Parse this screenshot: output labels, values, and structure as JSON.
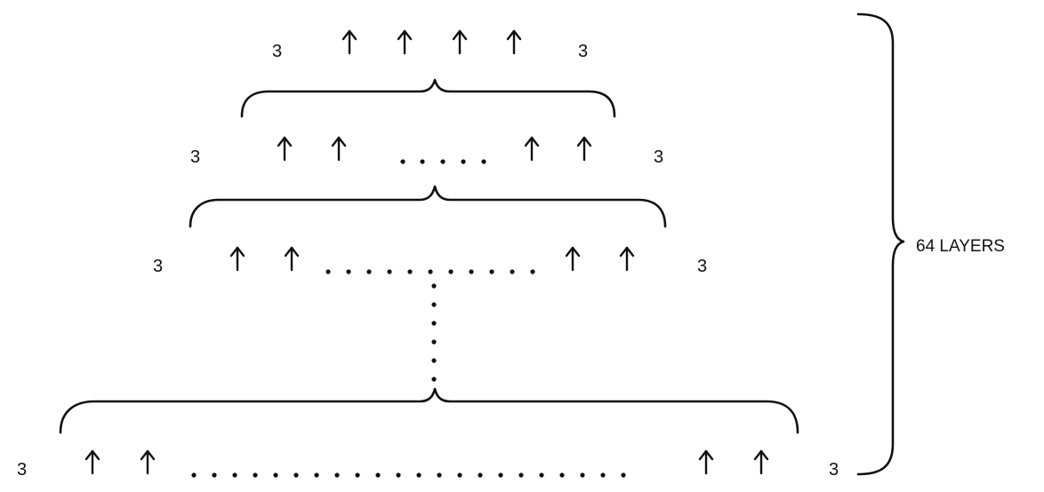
{
  "diagram": {
    "side_label": "64 LAYERS",
    "rows": [
      {
        "left_number": "3",
        "right_number": "3",
        "arrows": 4
      },
      {
        "left_number": "3",
        "right_number": "3",
        "arrows": 4
      },
      {
        "left_number": "3",
        "right_number": "3",
        "arrows": 4
      },
      {
        "left_number": "3",
        "right_number": "3",
        "arrows": 4
      }
    ]
  }
}
